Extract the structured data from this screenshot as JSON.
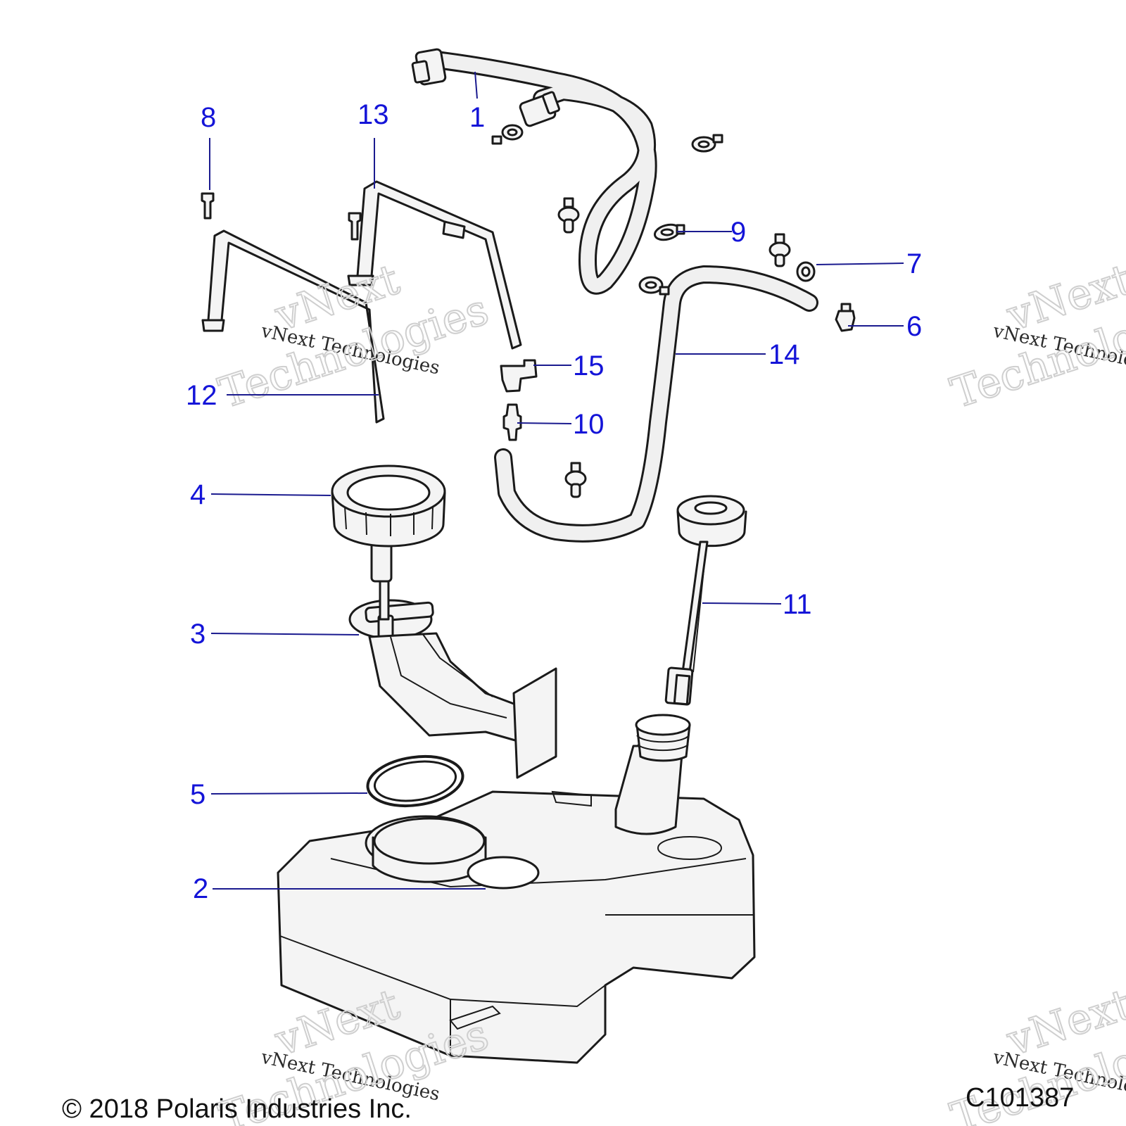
{
  "callouts": [
    {
      "id": "1",
      "label": "1"
    },
    {
      "id": "2",
      "label": "2"
    },
    {
      "id": "3",
      "label": "3"
    },
    {
      "id": "4",
      "label": "4"
    },
    {
      "id": "5",
      "label": "5"
    },
    {
      "id": "6",
      "label": "6"
    },
    {
      "id": "7",
      "label": "7"
    },
    {
      "id": "8",
      "label": "8"
    },
    {
      "id": "9",
      "label": "9"
    },
    {
      "id": "10",
      "label": "10"
    },
    {
      "id": "11",
      "label": "11"
    },
    {
      "id": "12",
      "label": "12"
    },
    {
      "id": "13",
      "label": "13"
    },
    {
      "id": "14",
      "label": "14"
    },
    {
      "id": "15",
      "label": "15"
    }
  ],
  "watermark": {
    "line1": "vNext Technologies",
    "big_line1": "vNext",
    "big_line2": "Technologies"
  },
  "footer": {
    "copyright": "© 2018 Polaris Industries Inc.",
    "diagram_code": "C101387"
  },
  "colors": {
    "callout": "#1414d8",
    "leader": "#1b1b8f"
  }
}
